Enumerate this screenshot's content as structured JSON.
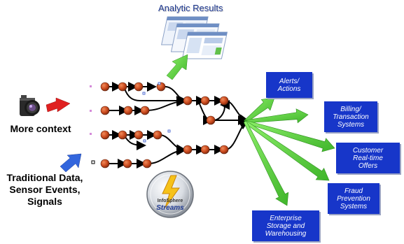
{
  "header": {
    "analytic_results": "Analytic Results"
  },
  "left": {
    "more_context": "More context",
    "traditional_data": [
      "Traditional Data,",
      "Sensor Events,",
      "Signals"
    ]
  },
  "badge": {
    "brand": "InfoSphere",
    "product": "Streams"
  },
  "outputs": [
    {
      "lines": [
        "Alerts/",
        "Actions"
      ]
    },
    {
      "lines": [
        "Billing/",
        "Transaction",
        "Systems"
      ]
    },
    {
      "lines": [
        "Customer",
        "Real-time",
        "Offers"
      ]
    },
    {
      "lines": [
        "Fraud",
        "Prevention",
        "Systems"
      ]
    },
    {
      "lines": [
        "Enterprise",
        "Storage and",
        "Warehousing"
      ]
    }
  ],
  "colors": {
    "box_blue": "#1736c9",
    "title_blue": "#1f3a93",
    "arrow_green": "#55d236",
    "node_orange": "#c9481c",
    "arrow_red": "#e02020",
    "arrow_blue": "#3366dd"
  },
  "icons": [
    "camera-icon",
    "dashboard-screenshots-icon",
    "streams-badge-icon"
  ]
}
